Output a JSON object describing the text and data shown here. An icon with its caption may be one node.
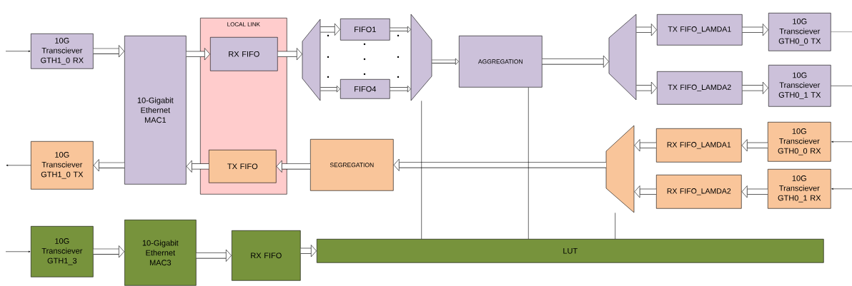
{
  "diagram": {
    "nodes": [
      {
        "text": [
          "10G Transciever GTH1_0 RX"
        ]
      },
      {
        "text": [
          "10-Gigabit Ethernet MAC1"
        ]
      },
      {
        "text": [
          "LOCAL LINK"
        ]
      },
      {
        "text": [
          "RX FIFO"
        ],
        "in": 2
      },
      {
        "text": [
          "TX FIFO"
        ],
        "in": 2
      },
      {
        "text": [],
        "shape": "trapezoid"
      },
      {
        "text": [
          "FIFO1"
        ]
      },
      {
        "text": [
          "FIFO4"
        ]
      },
      {
        "text": [],
        "shape": "trapezoid"
      },
      {
        "text": [
          "AGGREGATION"
        ]
      },
      {
        "text": [],
        "shape": "trapezoid"
      },
      {
        "text": [
          "TX FIFO_LAMDA1"
        ]
      },
      {
        "text": [
          "TX FIFO_LAMDA2"
        ]
      },
      {
        "text": [
          "10G Transciever GTH0_0 TX"
        ]
      },
      {
        "text": [
          "10G Transciever GTH0_1 TX"
        ]
      },
      {
        "text": [
          "SEGREGATION"
        ]
      },
      {
        "text": [],
        "shape": "trapezoid"
      },
      {
        "text": [
          "RX FIFO_LAMDA1"
        ]
      },
      {
        "text": [
          "RX FIFO_LAMDA2"
        ]
      },
      {
        "text": [
          "10G Transciever GTH0_0 RX"
        ]
      },
      {
        "text": [
          "10G Transciever GTH0_1 RX"
        ]
      },
      {
        "text": [
          "10G Transciever GTH1_0 TX"
        ]
      },
      {
        "text": [
          "10G Transciever GTH1_3"
        ]
      },
      {
        "text": [
          "10-Gigabit Ethernet MAC3"
        ]
      },
      {
        "text": [
          "RX FIFO"
        ]
      },
      {
        "text": [
          "LUT"
        ]
      }
    ],
    "edges": [
      {
        "from": null,
        "to": 0,
        "arrow": "to"
      },
      {
        "from": 0,
        "to": 1,
        "arrow": "to"
      },
      {
        "from": 1,
        "to": 3,
        "arrow": "to"
      },
      {
        "from": 3,
        "to": 5,
        "arrow": "to"
      },
      {
        "from": 5,
        "to": 6,
        "arrow": "to"
      },
      {
        "from": 5,
        "to": 7,
        "arrow": "to"
      },
      {
        "from": 6,
        "to": 8,
        "arrow": "to"
      },
      {
        "from": 7,
        "to": 8,
        "arrow": "to"
      },
      {
        "from": 8,
        "to": 9,
        "arrow": "to"
      },
      {
        "from": 9,
        "to": 10,
        "arrow": "to"
      },
      {
        "from": 10,
        "to": 11,
        "arrow": "to"
      },
      {
        "from": 10,
        "to": 12,
        "arrow": "to"
      },
      {
        "from": 11,
        "to": 13,
        "arrow": "to"
      },
      {
        "from": 12,
        "to": 14,
        "arrow": "to"
      },
      {
        "from": 13,
        "to": null,
        "arrow": "none"
      },
      {
        "from": 14,
        "to": null,
        "arrow": "none"
      },
      {
        "from": null,
        "to": 19,
        "arrow": "to"
      },
      {
        "from": null,
        "to": 20,
        "arrow": "to"
      },
      {
        "from": 19,
        "to": 17,
        "arrow": "to"
      },
      {
        "from": 20,
        "to": 18,
        "arrow": "to"
      },
      {
        "from": 17,
        "to": 16,
        "arrow": "to"
      },
      {
        "from": 18,
        "to": 16,
        "arrow": "to"
      },
      {
        "from": 16,
        "to": 15,
        "arrow": "to"
      },
      {
        "from": 15,
        "to": 4,
        "arrow": "to"
      },
      {
        "from": 4,
        "to": 1,
        "arrow": "to"
      },
      {
        "from": 1,
        "to": 21,
        "arrow": "to"
      },
      {
        "from": 21,
        "to": null,
        "arrow": "to"
      },
      {
        "from": null,
        "to": 22,
        "arrow": "to"
      },
      {
        "from": 22,
        "to": 23,
        "arrow": "to"
      },
      {
        "from": 23,
        "to": 24,
        "arrow": "to"
      },
      {
        "from": 24,
        "to": 25,
        "arrow": "to"
      },
      {
        "from": 8,
        "to": 25,
        "arrow": "none"
      },
      {
        "from": 9,
        "to": 25,
        "arrow": "none"
      },
      {
        "from": 16,
        "to": 25,
        "arrow": "none"
      }
    ]
  }
}
